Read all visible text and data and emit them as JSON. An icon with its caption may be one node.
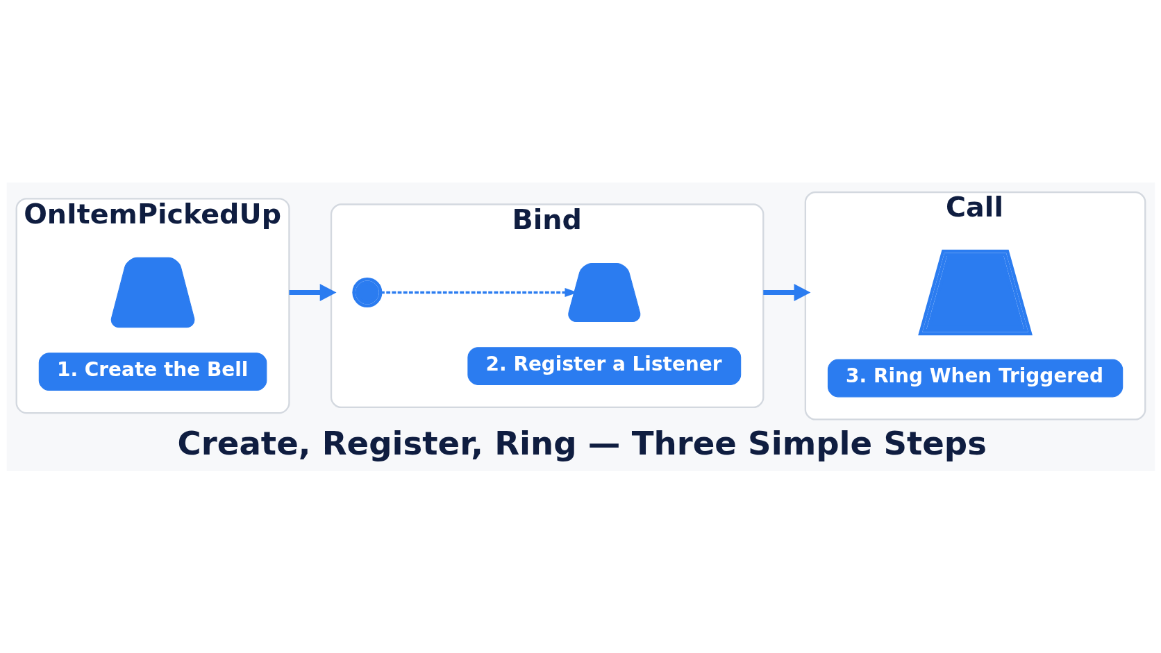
{
  "diagram": {
    "caption": "Create, Register, Ring — Three Simple Steps",
    "nodes": [
      {
        "text": [
          "OnItemPickedUp"
        ]
      },
      {
        "text": [],
        "shape": "picture",
        "in": 0
      },
      {
        "text": [
          "1. Create the Bell"
        ],
        "in": 0
      },
      {
        "text": [
          "Bind"
        ]
      },
      {
        "text": [],
        "shape": "picture",
        "in": 3
      },
      {
        "text": [],
        "shape": "picture",
        "in": 3
      },
      {
        "text": [
          "2. Register a Listener"
        ],
        "in": 3
      },
      {
        "text": [
          "Call"
        ]
      },
      {
        "text": [],
        "shape": "picture",
        "in": 7
      },
      {
        "text": [
          "3. Ring When Triggered"
        ],
        "in": 7
      }
    ],
    "edges": [
      {
        "from": 0,
        "to": 3,
        "arrow": "to"
      },
      {
        "from": 4,
        "to": 5,
        "arrow": "to",
        "style": "dashed"
      },
      {
        "from": 3,
        "to": 7,
        "arrow": "to"
      }
    ]
  }
}
